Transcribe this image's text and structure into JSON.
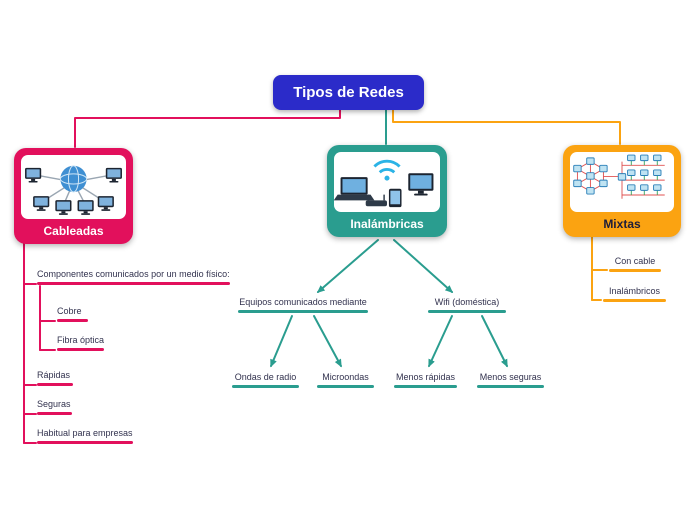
{
  "title": "Tipos de Redes",
  "colors": {
    "title_bg": "#2b2bc9",
    "pink": "#e2105c",
    "teal": "#2a9d8f",
    "orange": "#fba311",
    "topic_text": "#32324e"
  },
  "branches": {
    "cableadas": {
      "label": "Cableadas",
      "topic": "Componentes comunicados por un medio físico:",
      "topic_children": [
        "Cobre",
        "Fibra óptica"
      ],
      "traits": [
        "Rápidas",
        "Seguras",
        "Habitual para empresas"
      ]
    },
    "inalambricas": {
      "label": "Inalámbricas",
      "subtopics": [
        {
          "label": "Equipos comunicados mediante",
          "children": [
            "Ondas de radio",
            "Microondas"
          ]
        },
        {
          "label": "Wifi (doméstica)",
          "children": [
            "Menos rápidas",
            "Menos seguras"
          ]
        }
      ]
    },
    "mixtas": {
      "label": "Mixtas",
      "items": [
        "Con cable",
        "Inalámbricos"
      ]
    }
  },
  "icons": {
    "cableadas_image": "wired-network-illustration",
    "inalambricas_image": "wireless-devices-illustration",
    "mixtas_image": "mixed-network-topology-illustration"
  }
}
